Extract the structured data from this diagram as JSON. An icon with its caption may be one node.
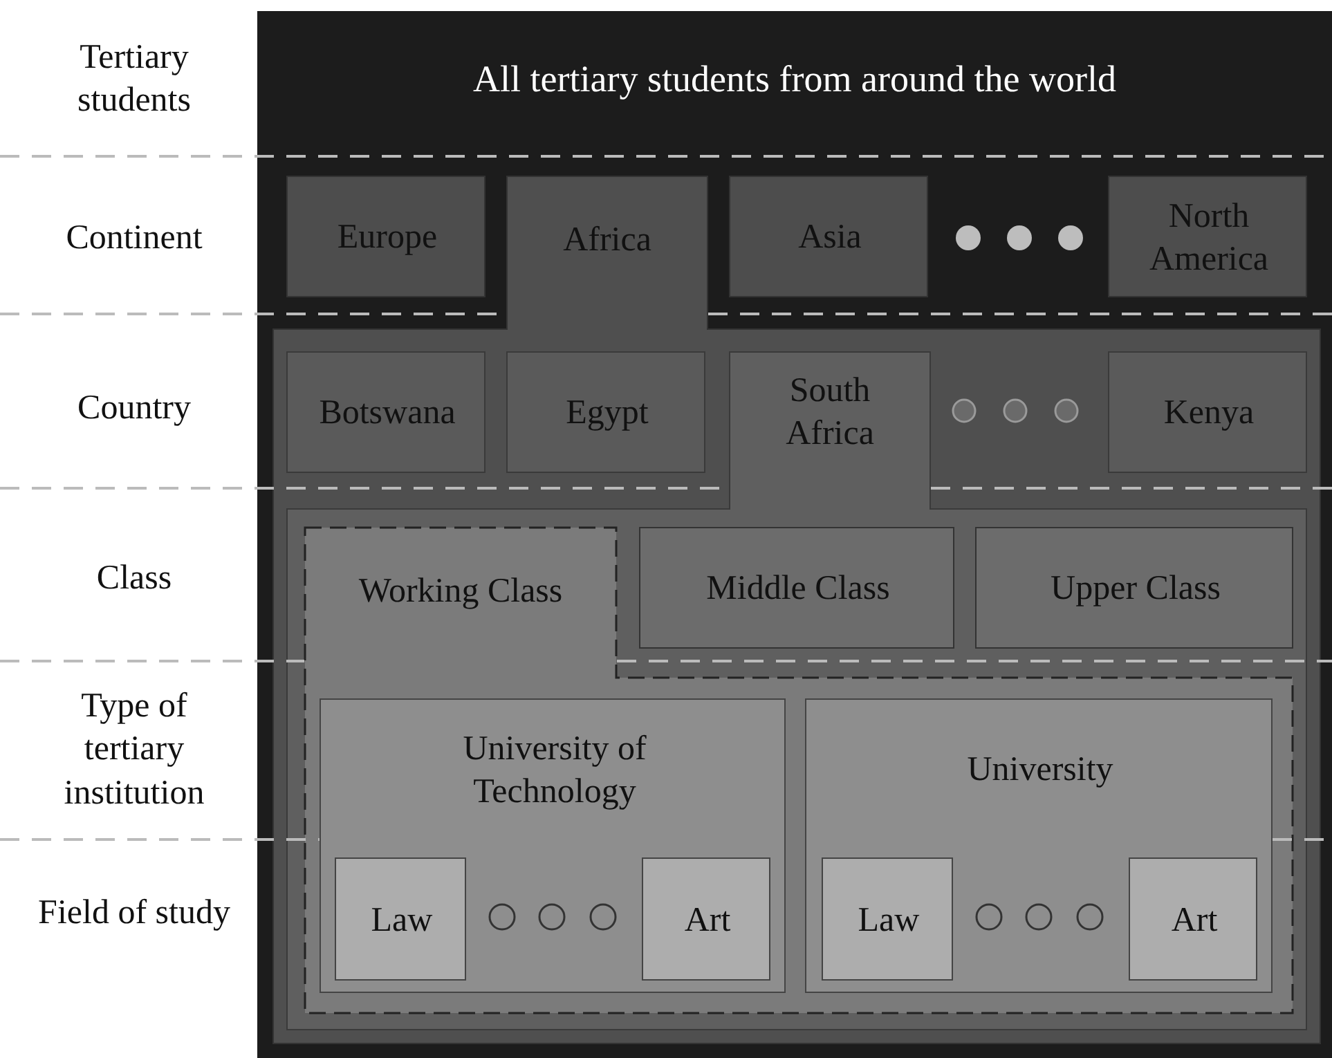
{
  "diagram": {
    "nodes": [
      {
        "text": [
          "All tertiary students from around the world"
        ]
      },
      {
        "text": [
          "Europe"
        ],
        "in": 0
      },
      {
        "text": [
          "Africa"
        ],
        "in": 0
      },
      {
        "text": [
          "Asia"
        ],
        "in": 0
      },
      {
        "text": [
          "North America"
        ],
        "in": 0
      },
      {
        "text": [
          "Botswana"
        ],
        "in": 2
      },
      {
        "text": [
          "Egypt"
        ],
        "in": 2
      },
      {
        "text": [
          "South Africa"
        ],
        "in": 2
      },
      {
        "text": [
          "Kenya"
        ],
        "in": 2
      },
      {
        "text": [
          "Working Class"
        ],
        "in": 7
      },
      {
        "text": [
          "Middle Class"
        ],
        "in": 7
      },
      {
        "text": [
          "Upper Class"
        ],
        "in": 7
      },
      {
        "text": [
          "University of Technology"
        ],
        "in": 9
      },
      {
        "text": [
          "Law"
        ],
        "in": 12
      },
      {
        "text": [
          "Art"
        ],
        "in": 12
      },
      {
        "text": [
          "University"
        ],
        "in": 9
      },
      {
        "text": [
          "Law"
        ],
        "in": 15
      },
      {
        "text": [
          "Art"
        ],
        "in": 15
      }
    ],
    "labels": [
      "Tertiary students",
      "Continent",
      "Country",
      "Class",
      "Type of tertiary institution",
      "Field of study"
    ]
  }
}
